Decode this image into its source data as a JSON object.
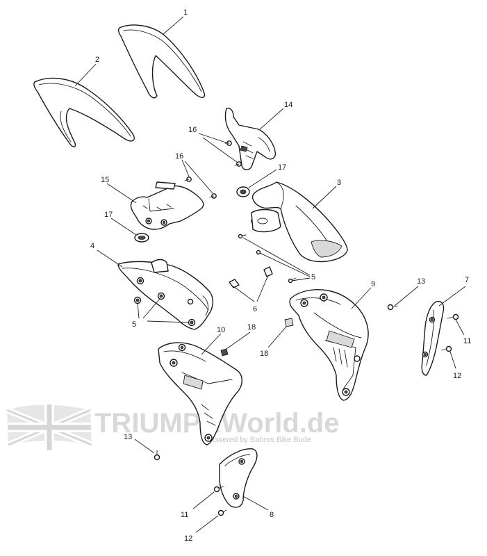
{
  "watermark": {
    "brand": "TRIUMPHWorld.de",
    "tagline": "powered by Bahros Bike Bude"
  },
  "callouts": {
    "c1": "1",
    "c2": "2",
    "c3": "3",
    "c4": "4",
    "c5a": "5",
    "c5b": "5",
    "c6": "6",
    "c7": "7",
    "c8": "8",
    "c9": "9",
    "c10": "10",
    "c11a": "11",
    "c11b": "11",
    "c12a": "12",
    "c12b": "12",
    "c13a": "13",
    "c13b": "13",
    "c14": "14",
    "c15": "15",
    "c16a": "16",
    "c16b": "16",
    "c17a": "17",
    "c17b": "17",
    "c18a": "18",
    "c18b": "18"
  }
}
